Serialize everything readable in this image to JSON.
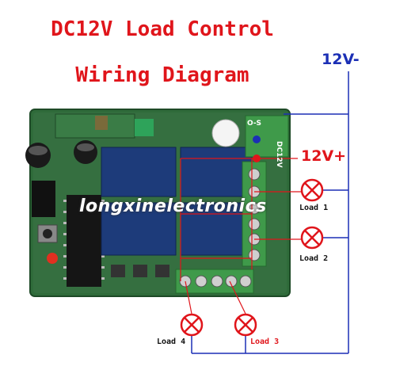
{
  "title_line1": "DC12V Load Control",
  "title_line2": "Wiring Diagram",
  "supply_negative": "12V-",
  "supply_positive": "12V+",
  "watermark": "longxinelectronics",
  "loads": [
    "Load 1",
    "Load 2",
    "Load 3",
    "Load 4"
  ],
  "board_silkscreen": {
    "dc": "DC12V",
    "os": "O-S"
  },
  "colors": {
    "title": "#e0151b",
    "negative_wire": "#1b2fb5",
    "positive_wire": "#e0151b",
    "board": "#2f6b3a",
    "terminal": "#3f9a4a",
    "relay": "#1d3b7a"
  }
}
